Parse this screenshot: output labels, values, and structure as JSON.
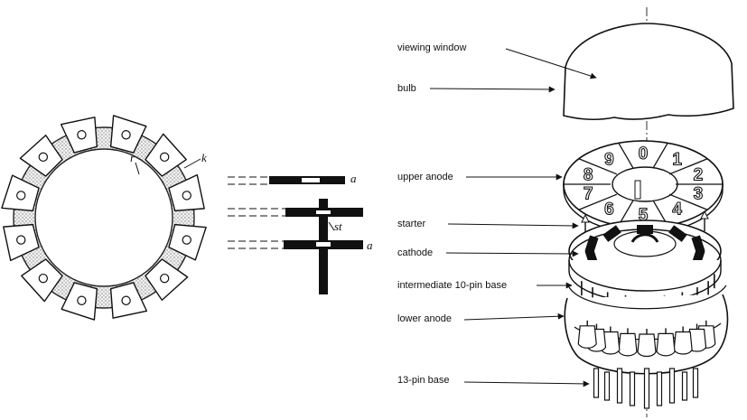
{
  "ring_diagram": {
    "label_k": "k",
    "label_r": "r"
  },
  "section_diagram": {
    "label_a_top": "a",
    "label_st": "st",
    "label_a_bottom": "a"
  },
  "upper_anode_numerals": [
    "0",
    "1",
    "2",
    "3",
    "4",
    "5",
    "6",
    "7",
    "8",
    "9"
  ],
  "callouts": {
    "viewing_window": "viewing window",
    "bulb": "bulb",
    "upper_anode": "upper anode",
    "starter": "starter",
    "cathode": "cathode",
    "intermediate_base": "intermediate 10-pin base",
    "lower_anode": "lower anode",
    "pin_base": "13-pin base"
  }
}
